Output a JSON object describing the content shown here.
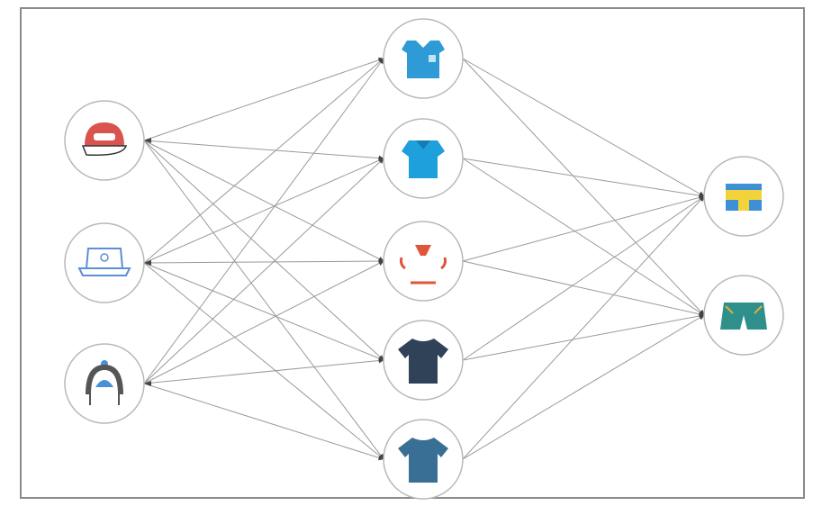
{
  "diagram": {
    "columns": [
      {
        "id": "hats",
        "nodes": [
          {
            "id": "hat-1",
            "icon": "red-baseball-cap-icon",
            "color": "#d9534f"
          },
          {
            "id": "hat-2",
            "icon": "white-cap-with-blue-outline-icon",
            "color": "#5b8fd6"
          },
          {
            "id": "hat-3",
            "icon": "winter-beanie-icon",
            "color": "#4a90d9"
          }
        ]
      },
      {
        "id": "tops",
        "nodes": [
          {
            "id": "top-1",
            "icon": "blue-button-shirt-icon",
            "color": "#2e9bd6"
          },
          {
            "id": "top-2",
            "icon": "light-blue-polo-shirt-icon",
            "color": "#1ea0dc"
          },
          {
            "id": "top-3",
            "icon": "red-sleeveless-shirt-icon",
            "color": "#e0553a"
          },
          {
            "id": "top-4",
            "icon": "dark-navy-tshirt-icon",
            "color": "#2f4258"
          },
          {
            "id": "top-5",
            "icon": "steel-blue-tshirt-icon",
            "color": "#3a6f95"
          }
        ]
      },
      {
        "id": "bottoms",
        "nodes": [
          {
            "id": "bottom-1",
            "icon": "yellow-blue-shorts-icon",
            "color": "#f2d43a"
          },
          {
            "id": "bottom-2",
            "icon": "teal-shorts-icon",
            "color": "#2f8f8a"
          }
        ]
      }
    ],
    "edge_color": "#9a9a9a",
    "node_border_color": "#b8b8b8"
  }
}
